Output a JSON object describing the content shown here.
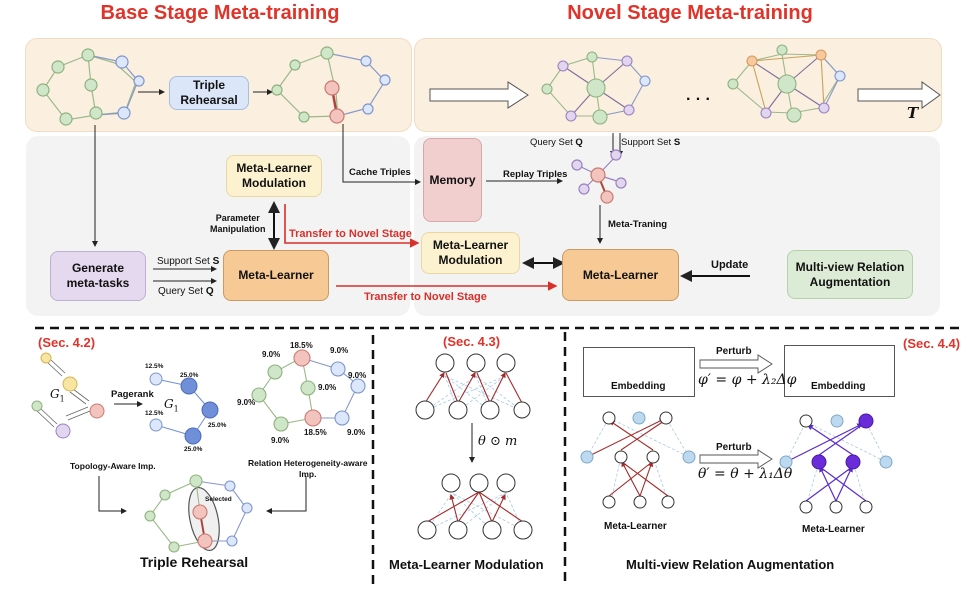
{
  "titles": {
    "base": "Base Stage Meta-training",
    "novel": "Novel Stage Meta-training"
  },
  "top_row": {
    "triple_rehearsal": "Triple\nRehearsal",
    "ellipsis": "· · ·",
    "time_label": "T"
  },
  "base_panel": {
    "generate": "Generate\nmeta-tasks",
    "support_set": "Support Set ",
    "support_sym": "S",
    "query_set": "Query Set ",
    "query_sym": "Q",
    "meta_learner": "Meta-Learner",
    "modulation": "Meta-Learner\nModulation",
    "param_manip": "Parameter\nManipulation",
    "transfer_1": "Transfer to Novel Stage",
    "transfer_2": "Transfer to Novel Stage",
    "cache_triples": "Cache Triples"
  },
  "novel_panel": {
    "memory": "Memory",
    "replay_triples": "Replay Triples",
    "query_set": "Query Set ",
    "query_sym": "Q",
    "support_set": "Support Set ",
    "support_sym": "S",
    "meta_training": "Meta-Traning",
    "modulation": "Meta-Learner\nModulation",
    "meta_learner": "Meta-Learner",
    "update": "Update",
    "augmentation": "Multi-view Relation\nAugmentation"
  },
  "sec42": {
    "tag": "(Sec. 4.2)",
    "graph_label": "G",
    "graph_sub": "1",
    "pagerank": "Pagerank",
    "pagerank_values": [
      "12.5%",
      "25.0%",
      "12.5%",
      "25.0%",
      "25.0%"
    ],
    "hetero_values": [
      "18.5%",
      "9.0%",
      "9.0%",
      "9.0%",
      "9.0%",
      "9.0%",
      "18.5%",
      "9.0%",
      "9.0%"
    ],
    "topology": "Topology-Aware Imp.",
    "hetero": "Relation Heterogeneity-aware\nImp.",
    "selected": "Selected",
    "caption": "Triple Rehearsal"
  },
  "sec43": {
    "tag": "(Sec. 4.3)",
    "op": "θ ⊙ m",
    "caption": "Meta-Learner Modulation"
  },
  "sec44": {
    "tag": "(Sec. 4.4)",
    "embedding_left": "Embedding",
    "embedding_right": "Embedding",
    "perturb_top": "Perturb",
    "formula_top": "φ′ = φ + λ₂Δφ",
    "perturb_bottom": "Perturb",
    "formula_bottom": "θ′ = θ + λ₁Δθ",
    "learner_left": "Meta-Learner",
    "learner_right": "Meta-Learner",
    "caption": "Multi-view Relation Augmentation"
  },
  "colors": {
    "title_red": "#e0332a",
    "top_panel": "#fbefe0",
    "mid_panel": "#f2f2f2",
    "green_node": "#cfe6c8",
    "blue_node": "#dce7fb",
    "red_node": "#f3c3bd",
    "purple_node": "#e2d5ef",
    "orange_node": "#f7c99c",
    "dark_blue_node": "#6f8fd8",
    "violet": "#6a2bd8"
  }
}
